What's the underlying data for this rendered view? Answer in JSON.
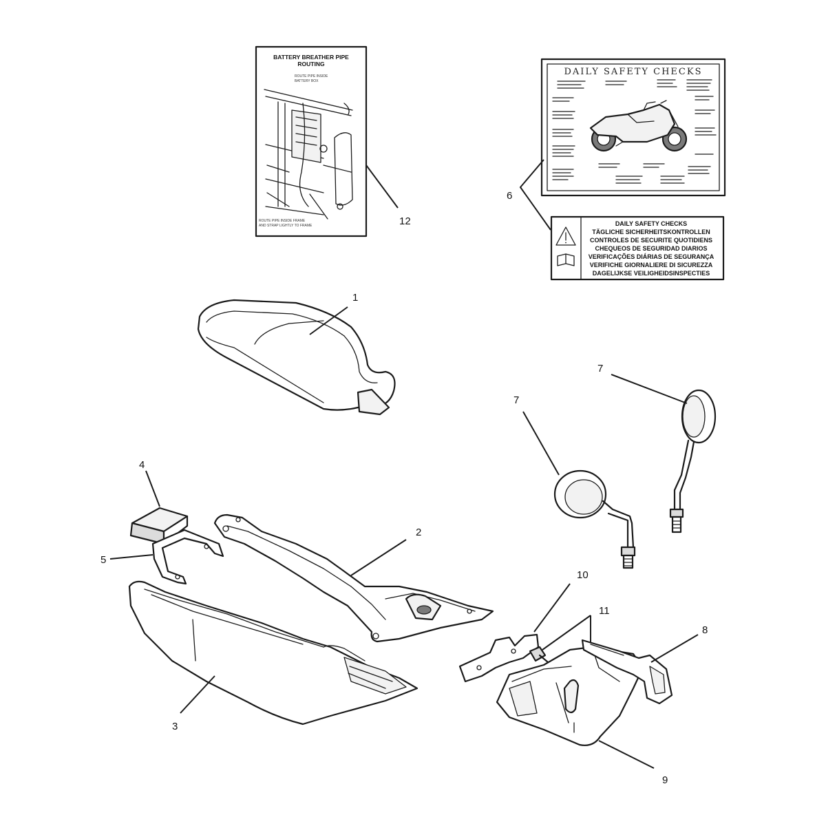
{
  "callouts": {
    "c1": "1",
    "c2": "2",
    "c3": "3",
    "c4": "4",
    "c5": "5",
    "c6": "6",
    "c7a": "7",
    "c7b": "7",
    "c8": "8",
    "c9": "9",
    "c10": "10",
    "c11": "11",
    "c12": "12"
  },
  "battery_label": {
    "title_line1": "BATTERY BREATHER PIPE",
    "title_line2": "ROUTING",
    "note_top_line1": "ROUTE PIPE INSIDE",
    "note_top_line2": "BATTERY BOX",
    "note_bottom_line1": "ROUTE PIPE INSIDE FRAME",
    "note_bottom_line2": "AND STRAP LIGHTLY TO FRAME"
  },
  "daily_checks_label": {
    "title": "DAILY SAFETY CHECKS"
  },
  "multilingual_label": {
    "lines": [
      "DAILY SAFETY CHECKS",
      "TÄGLICHE SICHERHEITSKONTROLLEN",
      "CONTROLES DE SECURITE QUOTIDIENS",
      "CHEQUEOS DE SEGURIDAD DIARIOS",
      "VERIFICAÇÕES DIÁRIAS DE SEGURANÇA",
      "VERIFICHE GIORNALIERE DI SICUREZZA",
      "DAGELIJKSE VEILIGHEIDSINSPECTIES"
    ]
  }
}
